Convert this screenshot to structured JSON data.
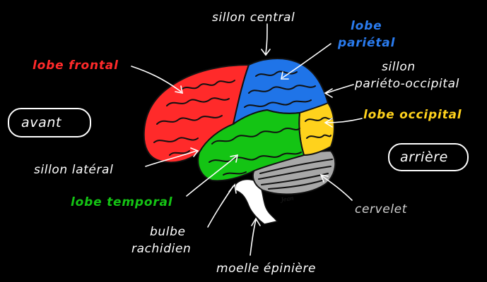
{
  "labels": {
    "sillon_central": "sillon central",
    "lobe_parietal_line1": "lobe",
    "lobe_parietal_line2": "pariétal",
    "lobe_frontal": "lobe frontal",
    "sillon_po_line1": "sillon",
    "sillon_po_line2": "pariéto-occipital",
    "avant": "avant",
    "lobe_occipital": "lobe occipital",
    "arriere": "arrière",
    "sillon_lateral": "sillon latéral",
    "lobe_temporal": "lobe temporal",
    "cervelet": "cervelet",
    "bulbe_line1": "bulbe",
    "bulbe_line2": "rachidien",
    "moelle": "moelle épinière",
    "signature": "Jean"
  },
  "colors": {
    "background": "#000000",
    "frontal": "#ff2a2a",
    "parietal": "#1f74e8",
    "occipital": "#ffd21c",
    "temporal": "#14c414",
    "cerebellum": "#a8a8a8",
    "spinal": "#ffffff",
    "label_default": "#ffffff",
    "label_gray": "#d0d0d0"
  }
}
